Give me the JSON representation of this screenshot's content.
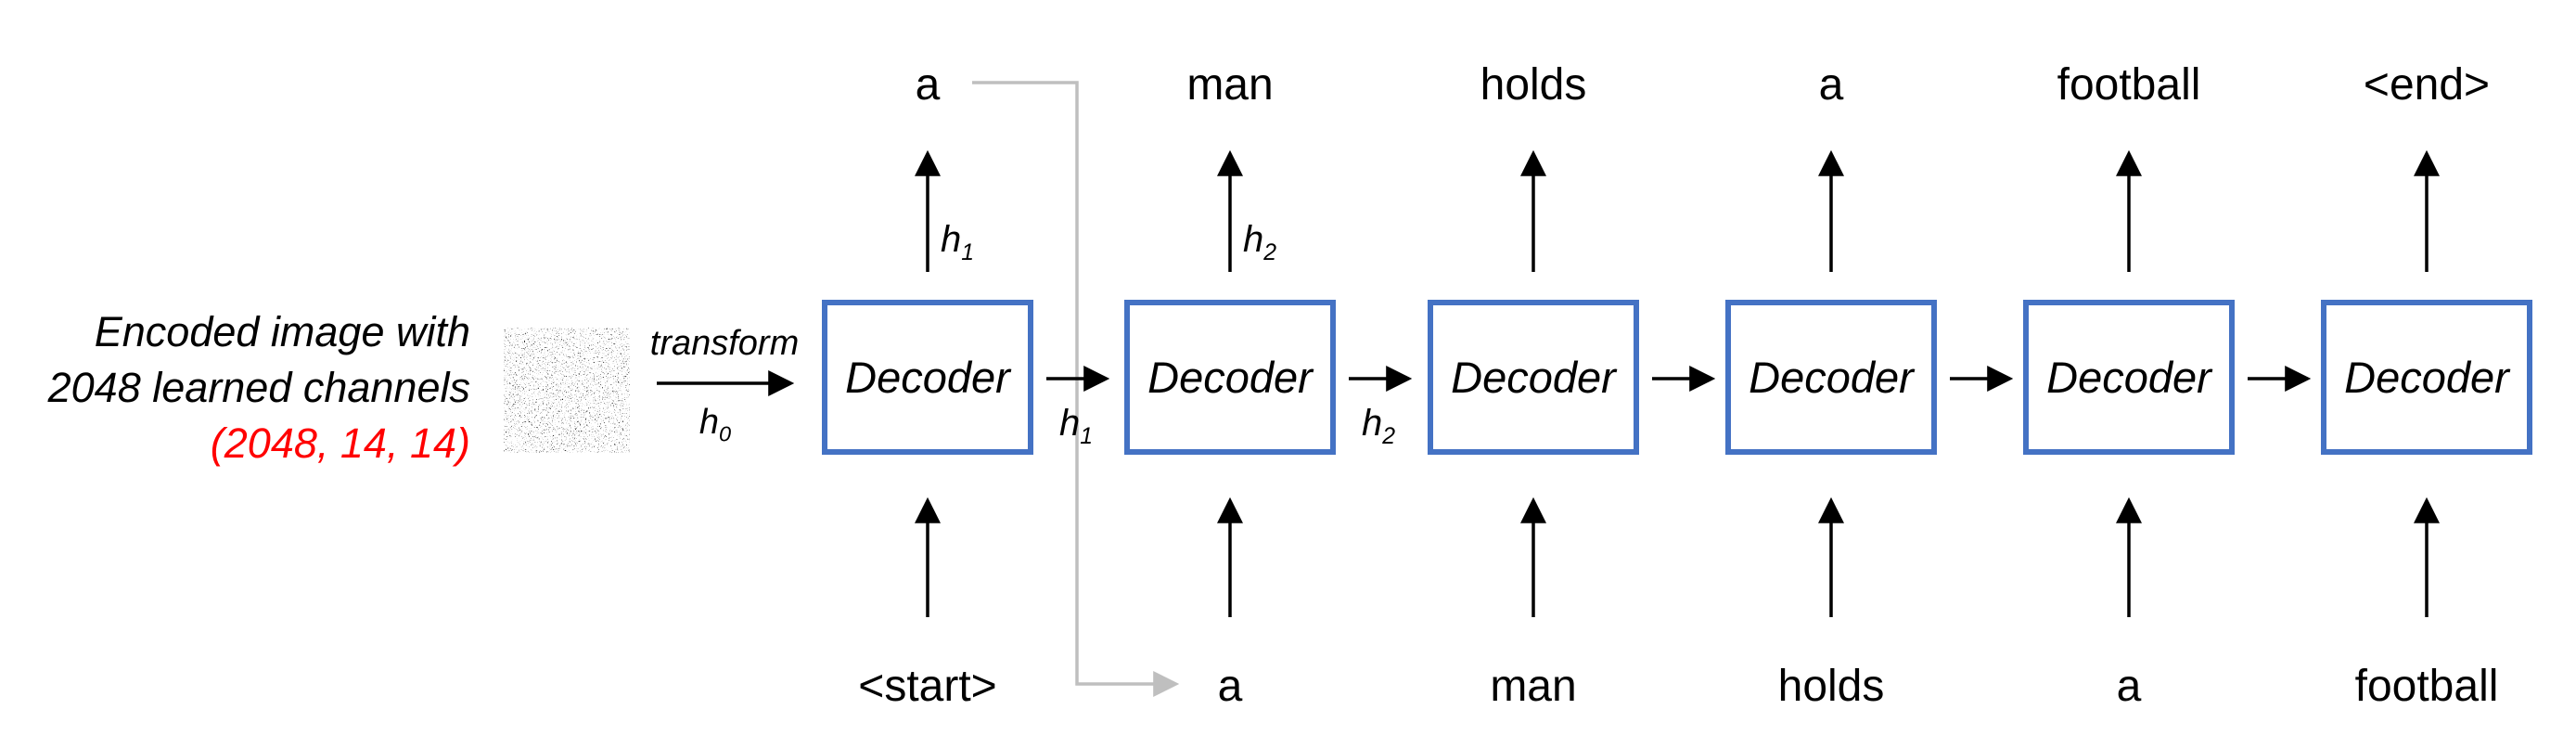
{
  "caption": {
    "line1": "Encoded image with",
    "line2": "2048 learned channels",
    "line3": "(2048, 14, 14)"
  },
  "encoder": {
    "image_name": "encoded-feature-map-noise-thumbnail"
  },
  "transform": {
    "label": "transform",
    "state_base": "h",
    "state_sub": "0"
  },
  "decoder_label": "Decoder",
  "columns": [
    {
      "output_word": "a",
      "input_word": "<start>",
      "hidden_top": {
        "base": "h",
        "sub": "1"
      },
      "hidden_next": {
        "base": "h",
        "sub": "1"
      }
    },
    {
      "output_word": "man",
      "input_word": "a",
      "hidden_top": {
        "base": "h",
        "sub": "2"
      },
      "hidden_next": {
        "base": "h",
        "sub": "2"
      }
    },
    {
      "output_word": "holds",
      "input_word": "man"
    },
    {
      "output_word": "a",
      "input_word": "holds"
    },
    {
      "output_word": "football",
      "input_word": "a"
    },
    {
      "output_word": "<end>",
      "input_word": "football"
    }
  ],
  "colors": {
    "box_border": "#4472C4",
    "arrow": "#000000",
    "feedback_arrow": "#BFBFBF",
    "caption_highlight": "#FF0000"
  }
}
